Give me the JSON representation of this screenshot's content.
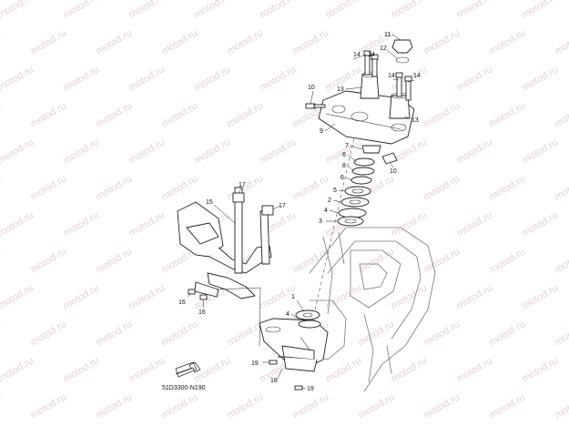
{
  "diagram": {
    "watermark_text": "motod.ru",
    "diagram_code": "51D3300-N190",
    "callouts": [
      {
        "id": "c11",
        "label": "11"
      },
      {
        "id": "c12",
        "label": "12"
      },
      {
        "id": "c14a",
        "label": "14"
      },
      {
        "id": "c14b",
        "label": "14"
      },
      {
        "id": "c14c",
        "label": "14"
      },
      {
        "id": "c14d",
        "label": "14"
      },
      {
        "id": "c10a",
        "label": "10"
      },
      {
        "id": "c13a",
        "label": "13"
      },
      {
        "id": "c13b",
        "label": "13"
      },
      {
        "id": "c9",
        "label": "9"
      },
      {
        "id": "c7",
        "label": "7"
      },
      {
        "id": "c10b",
        "label": "10"
      },
      {
        "id": "c6a",
        "label": "6"
      },
      {
        "id": "c8",
        "label": "8"
      },
      {
        "id": "c6b",
        "label": "6"
      },
      {
        "id": "c5",
        "label": "5"
      },
      {
        "id": "c2",
        "label": "2"
      },
      {
        "id": "c4a",
        "label": "4"
      },
      {
        "id": "c3",
        "label": "3"
      },
      {
        "id": "c17a",
        "label": "17"
      },
      {
        "id": "c15",
        "label": "15"
      },
      {
        "id": "c17b",
        "label": "17"
      },
      {
        "id": "c16a",
        "label": "16"
      },
      {
        "id": "c16b",
        "label": "16"
      },
      {
        "id": "c1",
        "label": "1"
      },
      {
        "id": "c4b",
        "label": "4"
      },
      {
        "id": "c19a",
        "label": "19"
      },
      {
        "id": "c18",
        "label": "18"
      },
      {
        "id": "c19b",
        "label": "19"
      }
    ]
  }
}
